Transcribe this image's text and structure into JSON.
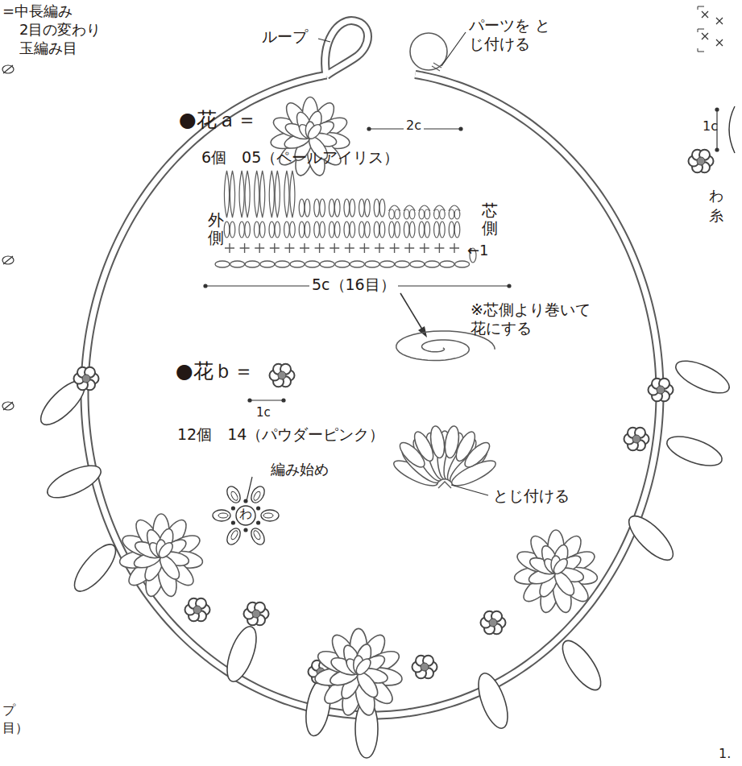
{
  "diagram": {
    "labels": [
      "=中長編み",
      "2目の変わり",
      "玉編み目",
      "ループ",
      "パーツを とじ付ける",
      "●花ａ＝",
      "6個　05（ペールアイリス）",
      "2c",
      "外側",
      "芯側",
      "←1",
      "5c（16目）",
      "※芯側より巻いて 花にする",
      "とじ付ける",
      "●花ｂ＝",
      "1c",
      "12個　14（パウダーピンク）",
      "編み始め",
      "わ",
      "1c",
      "わ",
      "糸",
      "プ",
      "目）",
      "1."
    ]
  }
}
